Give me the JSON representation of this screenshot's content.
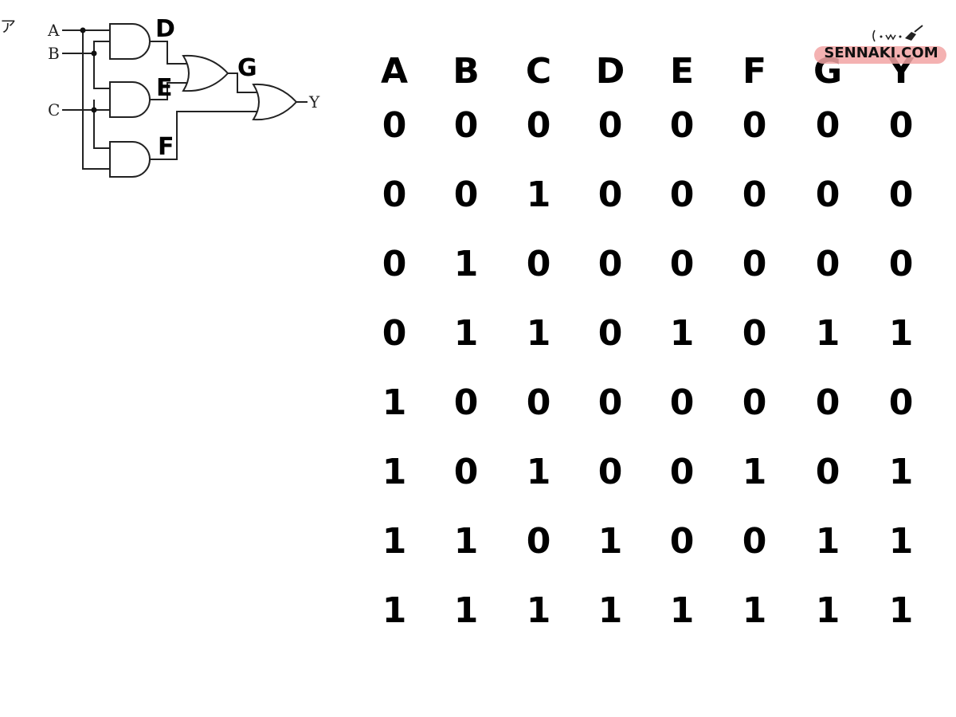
{
  "circuit": {
    "question_label": "ア",
    "inputs": [
      "A",
      "B",
      "C"
    ],
    "output": "Y",
    "nodes": [
      "D",
      "E",
      "F",
      "G"
    ]
  },
  "truth_table": {
    "headers": [
      "A",
      "B",
      "C",
      "D",
      "E",
      "F",
      "G",
      "Y"
    ],
    "rows": [
      [
        "0",
        "0",
        "0",
        "0",
        "0",
        "0",
        "0",
        "0"
      ],
      [
        "0",
        "0",
        "1",
        "0",
        "0",
        "0",
        "0",
        "0"
      ],
      [
        "0",
        "1",
        "0",
        "0",
        "0",
        "0",
        "0",
        "0"
      ],
      [
        "0",
        "1",
        "1",
        "0",
        "1",
        "0",
        "1",
        "1"
      ],
      [
        "1",
        "0",
        "0",
        "0",
        "0",
        "0",
        "0",
        "0"
      ],
      [
        "1",
        "0",
        "1",
        "0",
        "0",
        "1",
        "0",
        "1"
      ],
      [
        "1",
        "1",
        "0",
        "1",
        "0",
        "0",
        "1",
        "1"
      ],
      [
        "1",
        "1",
        "1",
        "1",
        "1",
        "1",
        "1",
        "1"
      ]
    ]
  },
  "watermark": {
    "text": "SENNAKI.COM",
    "accent_color": "#f2a4a4"
  }
}
